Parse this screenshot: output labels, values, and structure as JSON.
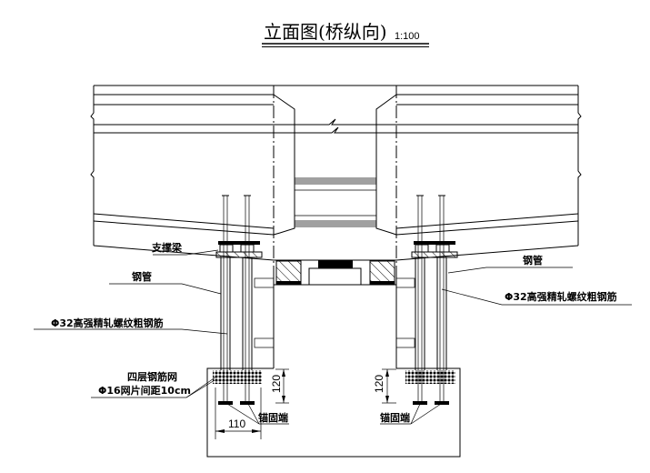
{
  "title": {
    "main": "立面图(桥纵向)",
    "scale": "1:100"
  },
  "labels": {
    "support_beam": "支撑梁",
    "steel_pipe_left": "钢管",
    "rebar_left": "Φ32高强精轧螺纹粗钢筋",
    "mesh_line1": "四层钢筋网",
    "mesh_line2": "Φ16网片间距10cm",
    "anchor_left": "锚固端",
    "steel_pipe_right": "钢管",
    "rebar_right": "Φ32高强精轧螺纹粗钢筋",
    "anchor_right": "锚固端"
  },
  "dimensions": {
    "width_110": "110",
    "depth_120_left": "120",
    "depth_120_right": "120"
  }
}
